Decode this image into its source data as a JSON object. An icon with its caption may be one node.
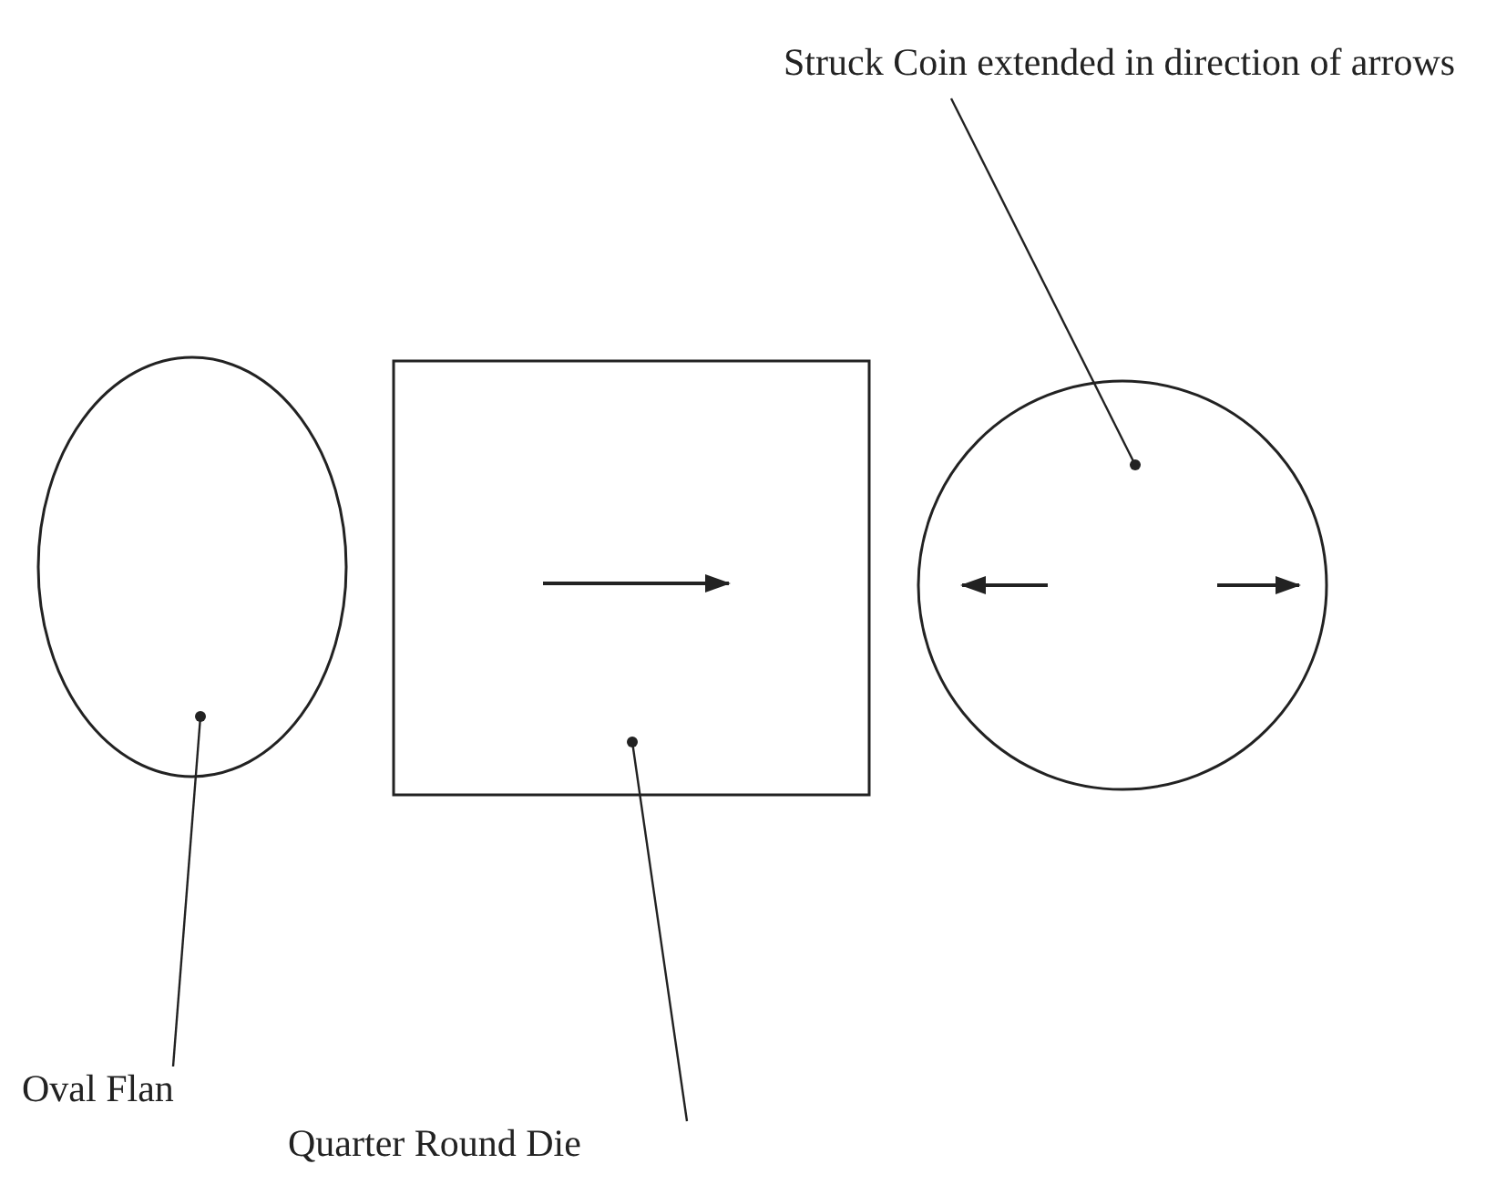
{
  "diagram": {
    "nodes": [
      {
        "text": [
          "Struck Coin extended in direction of arrows"
        ]
      },
      {
        "text": [],
        "shape": "ellipse"
      },
      {
        "text": [],
        "shape": "box"
      },
      {
        "text": [],
        "shape": "circle"
      },
      {
        "text": [
          "Oval Flan"
        ]
      },
      {
        "text": [
          "Quarter Round Die"
        ]
      }
    ],
    "edges": [
      {
        "from": 0,
        "to": 3,
        "arrow": "other"
      },
      {
        "from": 4,
        "to": 1,
        "arrow": "other"
      },
      {
        "from": 5,
        "to": 2,
        "arrow": "other"
      }
    ]
  }
}
